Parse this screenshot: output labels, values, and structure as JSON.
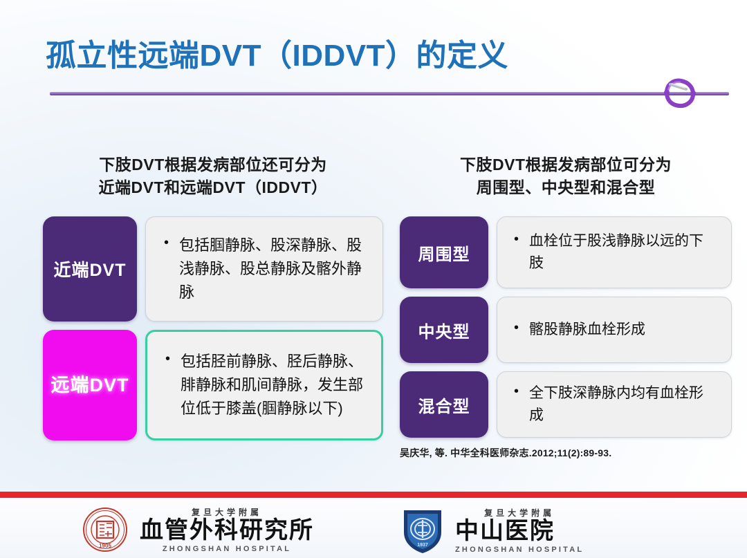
{
  "slide": {
    "title": "孤立性远端DVT（IDDVT）的定义",
    "accent_title_color": "#1f72b8",
    "divider_color": "#7e4fb4",
    "clip_icon": "carabiner-clip-icon"
  },
  "left_column": {
    "heading_line1": "下肢DVT根据发病部位还可分为",
    "heading_line2": "近端DVT和远端DVT（IDDVT）",
    "rows": [
      {
        "tag": "近端DVT",
        "tag_color": "#4b2a78",
        "text": "包括腘静脉、股深静脉、股浅静脉、股总静脉及髂外静脉",
        "panel_border_color": "#cfd3d8"
      },
      {
        "tag": "远端DVT",
        "tag_color": "#f10cf0",
        "text": "包括胫前静脉、胫后静脉、腓静脉和肌间静脉，发生部位低于膝盖(腘静脉以下)",
        "panel_border_color": "#35cfa0"
      }
    ]
  },
  "right_column": {
    "heading_line1": "下肢DVT根据发病部位可分为",
    "heading_line2": "周围型、中央型和混合型",
    "rows": [
      {
        "tag": "周围型",
        "tag_color": "#4b2a78",
        "text": "血栓位于股浅静脉以远的下肢"
      },
      {
        "tag": "中央型",
        "tag_color": "#4b2a78",
        "text": "髂股静脉血栓形成"
      },
      {
        "tag": "混合型",
        "tag_color": "#4b2a78",
        "text": "全下肢深静脉内均有血栓形成"
      }
    ],
    "citation": "吴庆华, 等. 中华全科医师杂志.2012;11(2):89-93."
  },
  "footer": {
    "separator_color": "#e8252b",
    "logos": [
      {
        "seal": "fudan-university-seal-icon",
        "seal_year": "1905",
        "seal_ring_text": "FUDAN UNIVERSITY",
        "affiliation": "复旦大学附属",
        "name": "血管外科研究所",
        "english": "ZHONGSHAN HOSPITAL"
      },
      {
        "seal": "zhongshan-hospital-shield-icon",
        "seal_year": "1937",
        "affiliation": "复旦大学附属",
        "name": "中山医院",
        "english": "ZHONGSHAN HOSPITAL"
      }
    ]
  }
}
